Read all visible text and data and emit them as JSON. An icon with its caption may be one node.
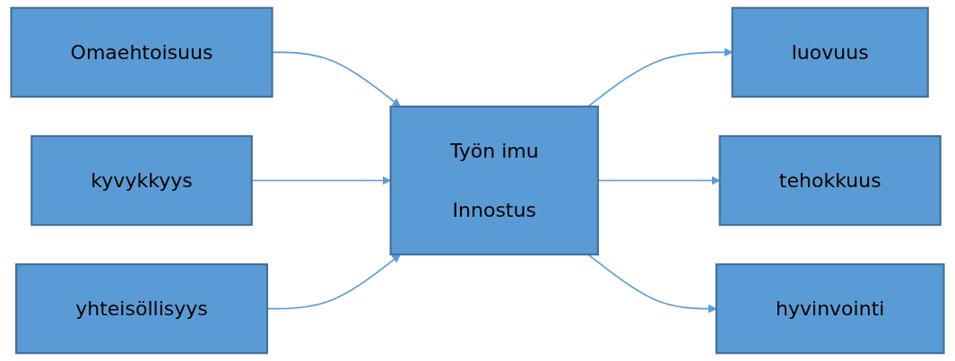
{
  "diagram": {
    "nodes": [
      {
        "text": [
          "Omaehtoisuus"
        ]
      },
      {
        "text": [
          "kyvykkyys"
        ]
      },
      {
        "text": [
          "yhteisöllisyys"
        ]
      },
      {
        "text": [
          "Työn imu",
          "Innostus"
        ]
      },
      {
        "text": [
          "luovuus"
        ]
      },
      {
        "text": [
          "tehokkuus"
        ]
      },
      {
        "text": [
          "hyvinvointi"
        ]
      }
    ],
    "edges": [
      {
        "from": 0,
        "to": 3,
        "arrow": "to"
      },
      {
        "from": 1,
        "to": 3,
        "arrow": "to"
      },
      {
        "from": 2,
        "to": 3,
        "arrow": "to"
      },
      {
        "from": 3,
        "to": 4,
        "arrow": "to"
      },
      {
        "from": 3,
        "to": 5,
        "arrow": "to"
      },
      {
        "from": 3,
        "to": 6,
        "arrow": "to"
      }
    ]
  }
}
